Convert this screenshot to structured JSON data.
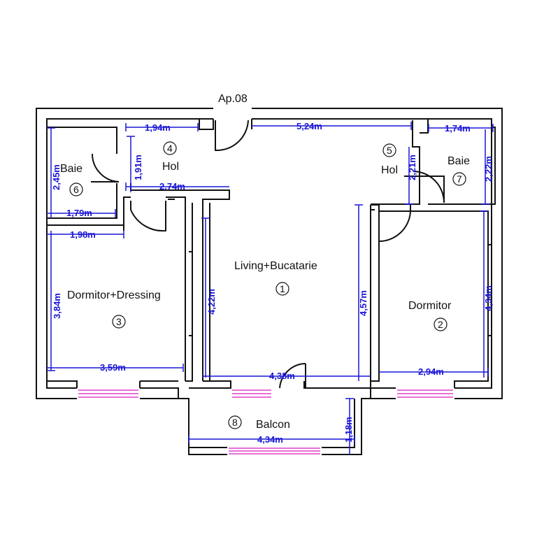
{
  "plan": {
    "title": "Ap.08",
    "colors": {
      "wall": "#111111",
      "dimension": "#1a16d6",
      "window": "#e040c8"
    },
    "rooms": [
      {
        "name": "Living+Bucatarie",
        "number": "1"
      },
      {
        "name": "Dormitor",
        "number": "2"
      },
      {
        "name": "Dormitor+Dressing",
        "number": "3"
      },
      {
        "name": "Hol",
        "number": "4"
      },
      {
        "name": "Hol",
        "number": "5"
      },
      {
        "name": "Baie",
        "number": "6"
      },
      {
        "name": "Baie",
        "number": "7"
      },
      {
        "name": "Balcon",
        "number": "8"
      }
    ],
    "dimensions": [
      "1,94m",
      "5,24m",
      "1,74m",
      "1,91m",
      "2,45m",
      "2,74m",
      "2,21m",
      "2,22m",
      "1,79m",
      "1,98m",
      "3,84m",
      "4,22m",
      "4,57m",
      "4,34m",
      "3,59m",
      "4,38m",
      "2,94m",
      "1,18m",
      "4,34m"
    ]
  }
}
